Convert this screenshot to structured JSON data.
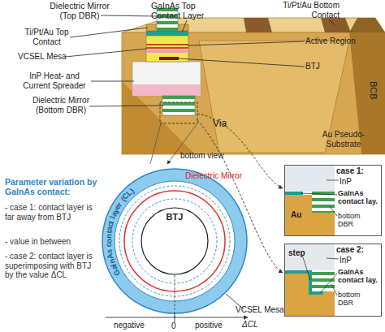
{
  "diagram": {
    "nodes": [
      {
        "text": [
          "GaInAs contact layer (CL)"
        ]
      },
      {
        "text": [
          "BTJ"
        ],
        "in": 0
      },
      {
        "text": [
          "case 1:",
          "InP",
          "GaInAs contact lay.",
          "Au",
          "bottom DBR"
        ]
      },
      {
        "text": [
          "case 2:",
          "InP",
          "GaInAs contact lay.",
          "step",
          "bottom DBR"
        ]
      }
    ],
    "labels": [
      "Dielectric Mirror (Top DBR)",
      "GaInAs Top Contact Layer",
      "Ti/Pt/Au Bottom Contact",
      "Ti/Pt/Au Top Contact",
      "VCSEL Mesa",
      "Active Region",
      "BTJ",
      "InP Heat- and Current Spreader",
      "Via",
      "BCB",
      "Dielectric Mirror (Bottom DBR)",
      "Au Pseudo-Substrate",
      "bottom view",
      "Parameter variation by GaInAs contact:",
      "- case 1: contact layer is far away from BTJ",
      "- value in between",
      "- case 2: contact layer is superimposing with BTJ by the value ΔCL",
      "Dielectric Mirror",
      "VCSEL Mesa",
      "negative",
      "0",
      "positive",
      "ΔCL"
    ]
  }
}
